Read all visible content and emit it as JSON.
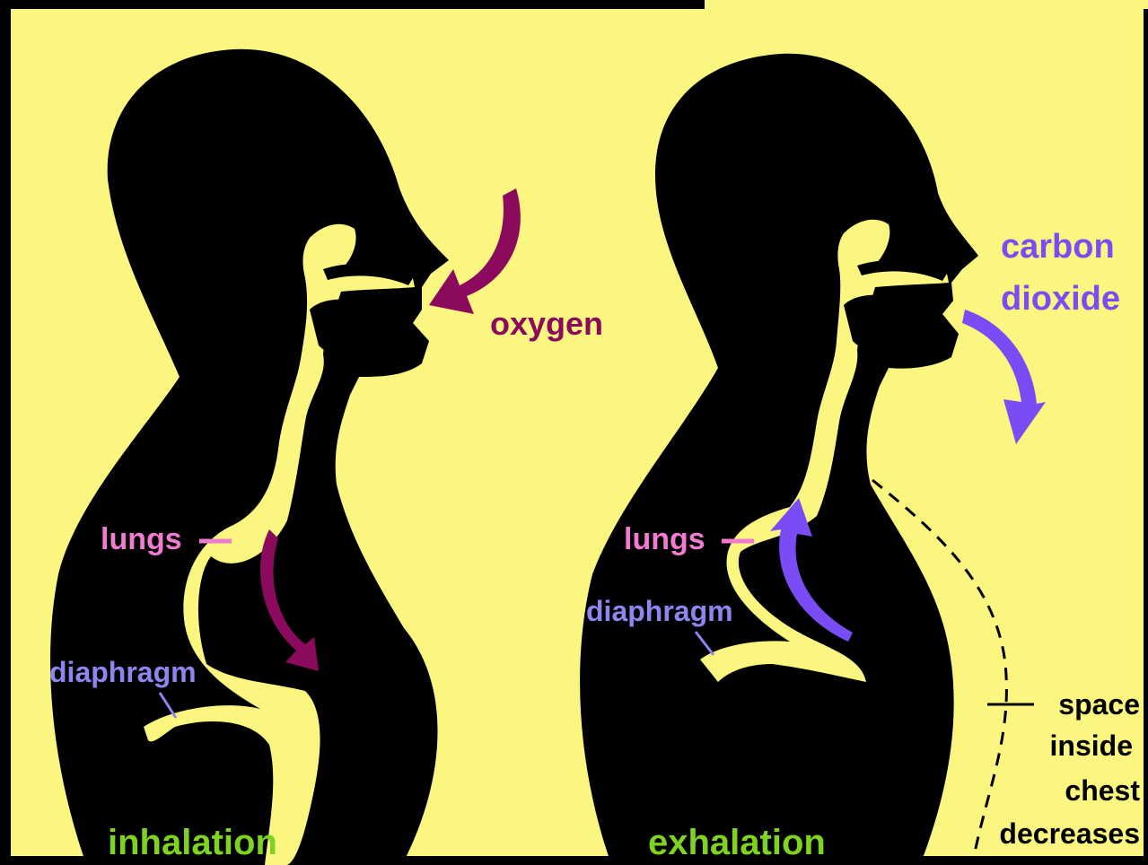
{
  "colors": {
    "background": "#fbf680",
    "silhouette": "#000000",
    "inhale_arrow": "#8b0a5e",
    "exhale_arrow": "#7a4cf5",
    "lungs_label": "#f07bd0",
    "diaphragm_label": "#8e86ee",
    "phase_label": "#7ed321",
    "co2_label": "#7a4cf5",
    "oxygen_label": "#8b0a5e"
  },
  "icons": {
    "figures": "human-head-torso-silhouette",
    "arrows": "curved-arrow"
  },
  "inhalation": {
    "gas_label": "oxygen",
    "lungs_label": "lungs",
    "diaphragm_label": "diaphragm",
    "phase_label": "inhalation"
  },
  "exhalation": {
    "gas_label_line1": "carbon",
    "gas_label_line2": "dioxide",
    "lungs_label": "lungs",
    "diaphragm_label": "diaphragm",
    "phase_label": "exhalation",
    "chest_note_line1": "space",
    "chest_note_line2": "inside",
    "chest_note_line3": "chest",
    "chest_note_line4": "decreases"
  }
}
